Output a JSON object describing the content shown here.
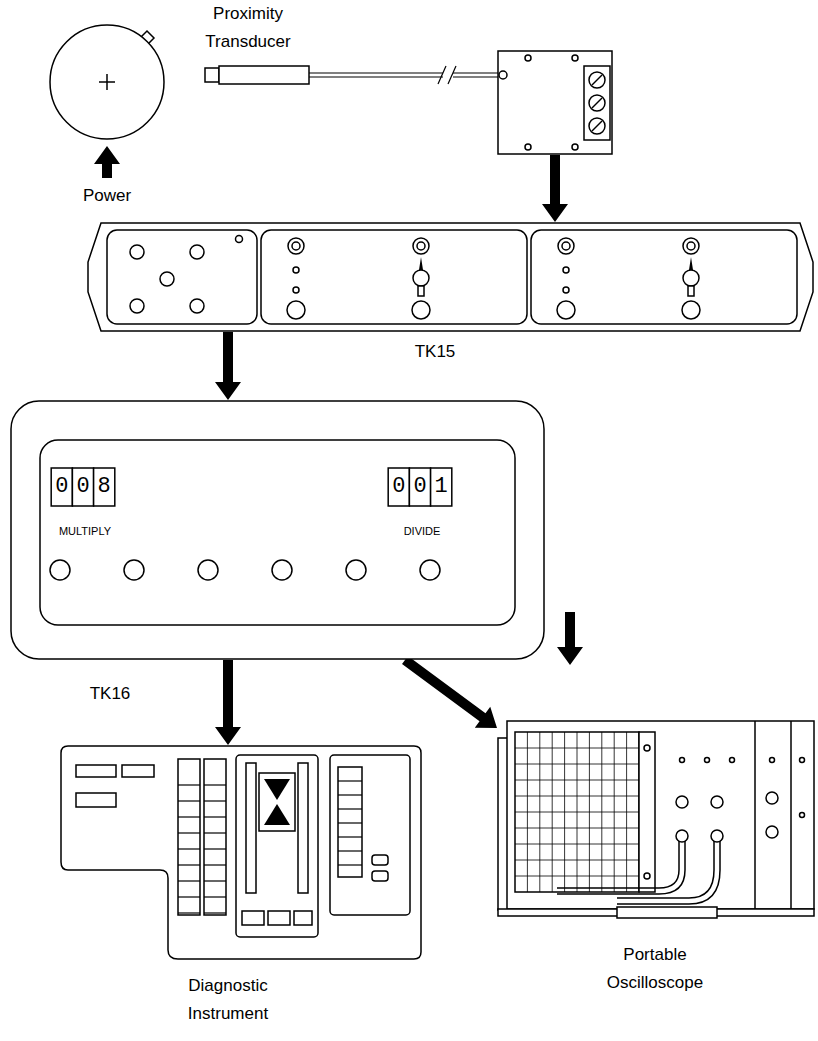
{
  "diagram": {
    "nodes": [
      {
        "text": [
          "Proximity Transducer"
        ]
      },
      {
        "text": [
          "TK15"
        ]
      },
      {
        "text": [
          "008",
          "MULTIPLY",
          "001",
          "DIVIDE",
          "TK16"
        ]
      },
      {
        "text": [
          "Diagnostic Instrument"
        ]
      },
      {
        "text": [
          "Portable Oscilloscope"
        ]
      }
    ],
    "edges": [
      {
        "from": 0,
        "to": 1,
        "arrow": "to"
      },
      {
        "from": 1,
        "to": 2,
        "arrow": "to"
      },
      {
        "from": 2,
        "to": 3,
        "arrow": "to"
      },
      {
        "from": 2,
        "to": 4,
        "arrow": "to"
      }
    ],
    "labels": [
      "Power"
    ]
  }
}
